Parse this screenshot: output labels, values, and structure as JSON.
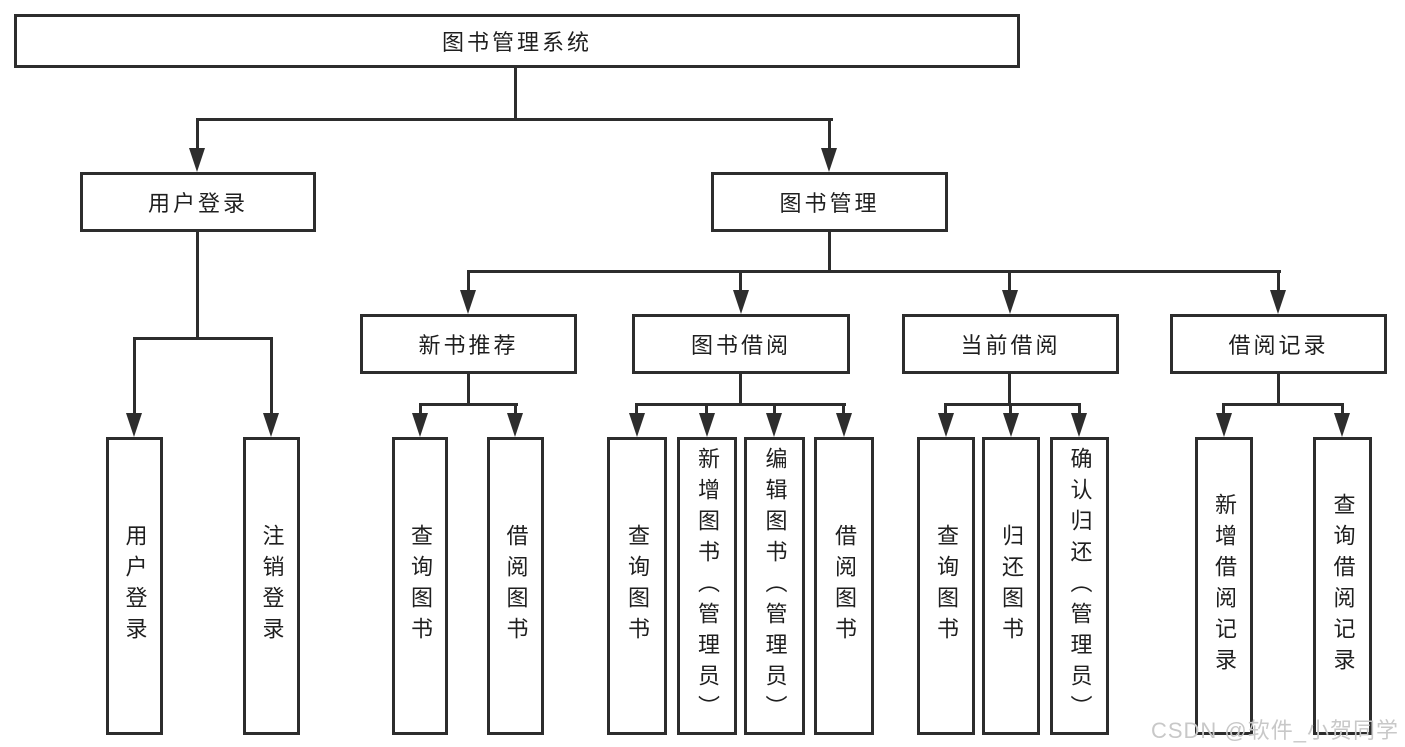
{
  "diagram": {
    "type": "org-tree",
    "tree": {
      "label": "图书管理系统",
      "children": [
        {
          "label": "用户登录",
          "children": [
            {
              "label": "用户登录"
            },
            {
              "label": "注销登录"
            }
          ]
        },
        {
          "label": "图书管理",
          "children": [
            {
              "label": "新书推荐",
              "children": [
                {
                  "label": "查询图书"
                },
                {
                  "label": "借阅图书"
                }
              ]
            },
            {
              "label": "图书借阅",
              "children": [
                {
                  "label": "查询图书"
                },
                {
                  "label": "新增图书（管理员）"
                },
                {
                  "label": "编辑图书（管理员）"
                },
                {
                  "label": "借阅图书"
                }
              ]
            },
            {
              "label": "当前借阅",
              "children": [
                {
                  "label": "查询图书"
                },
                {
                  "label": "归还图书"
                },
                {
                  "label": "确认归还（管理员）"
                }
              ]
            },
            {
              "label": "借阅记录",
              "children": [
                {
                  "label": "新增借阅记录"
                },
                {
                  "label": "查询借阅记录"
                }
              ]
            }
          ]
        }
      ]
    },
    "colors": {
      "line": "#2d2d2d",
      "text": "#1f1f1f",
      "background": "#ffffff",
      "watermark": "#c8c8c8"
    }
  },
  "watermark": {
    "text": "CSDN @软件_小贺同学"
  }
}
